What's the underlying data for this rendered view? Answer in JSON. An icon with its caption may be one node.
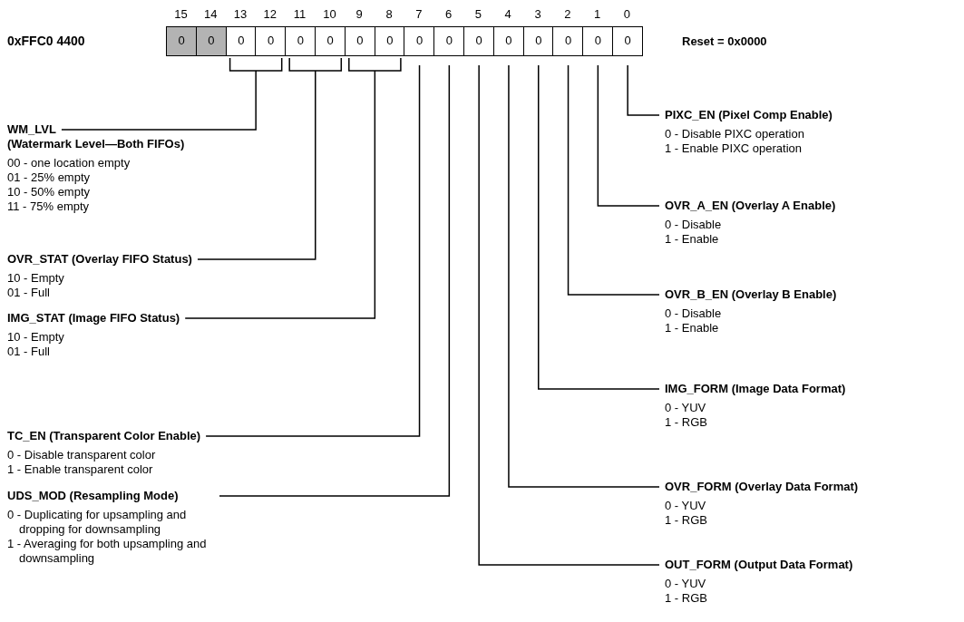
{
  "diagram": {
    "nodes": [
      {
        "text": [
          "0"
        ]
      },
      {
        "text": [
          "0"
        ]
      },
      {
        "text": [
          "0"
        ]
      },
      {
        "text": [
          "0"
        ]
      },
      {
        "text": [
          "0"
        ]
      },
      {
        "text": [
          "0"
        ]
      },
      {
        "text": [
          "0"
        ]
      },
      {
        "text": [
          "0"
        ]
      },
      {
        "text": [
          "0"
        ]
      },
      {
        "text": [
          "0"
        ]
      },
      {
        "text": [
          "0"
        ]
      },
      {
        "text": [
          "0"
        ]
      },
      {
        "text": [
          "0"
        ]
      },
      {
        "text": [
          "0"
        ]
      },
      {
        "text": [
          "0"
        ]
      },
      {
        "text": [
          "0"
        ]
      },
      {
        "text": [
          "WM_LVL (Watermark Level—Both FIFOs)",
          "00 - one location empty",
          "01 - 25% empty",
          "10 - 50% empty",
          "11 - 75% empty"
        ]
      },
      {
        "text": [
          "OVR_STAT (Overlay FIFO Status)",
          "10 - Empty",
          "01 - Full"
        ]
      },
      {
        "text": [
          "IMG_STAT (Image FIFO Status)",
          "10 - Empty",
          "01 - Full"
        ]
      },
      {
        "text": [
          "TC_EN (Transparent Color Enable)",
          "0 - Disable transparent color",
          "1 - Enable transparent color"
        ]
      },
      {
        "text": [
          "UDS_MOD (Resampling Mode)",
          "0 - Duplicating for upsampling and dropping for downsampling",
          "1 - Averaging for both upsampling and downsampling"
        ]
      },
      {
        "text": [
          "PIXC_EN (Pixel Comp Enable)",
          "0 - Disable PIXC operation",
          "1 - Enable PIXC operation"
        ]
      },
      {
        "text": [
          "OVR_A_EN (Overlay A Enable)",
          "0 - Disable",
          "1 - Enable"
        ]
      },
      {
        "text": [
          "OVR_B_EN (Overlay B Enable)",
          "0 - Disable",
          "1 - Enable"
        ]
      },
      {
        "text": [
          "IMG_FORM (Image Data Format)",
          "0 - YUV",
          "1 - RGB"
        ]
      },
      {
        "text": [
          "OVR_FORM (Overlay Data Format)",
          "0 - YUV",
          "1 - RGB"
        ]
      },
      {
        "text": [
          "OUT_FORM (Output Data Format)",
          "0 - YUV",
          "1 - RGB"
        ]
      }
    ],
    "edges": [
      {
        "from": 16,
        "to": 2,
        "arrow": "none"
      },
      {
        "from": 16,
        "to": 3,
        "arrow": "none"
      },
      {
        "from": 17,
        "to": 4,
        "arrow": "none"
      },
      {
        "from": 17,
        "to": 5,
        "arrow": "none"
      },
      {
        "from": 18,
        "to": 6,
        "arrow": "none"
      },
      {
        "from": 18,
        "to": 7,
        "arrow": "none"
      },
      {
        "from": 19,
        "to": 8,
        "arrow": "none"
      },
      {
        "from": 20,
        "to": 9,
        "arrow": "none"
      },
      {
        "from": 21,
        "to": 15,
        "arrow": "none"
      },
      {
        "from": 22,
        "to": 14,
        "arrow": "none"
      },
      {
        "from": 23,
        "to": 13,
        "arrow": "none"
      },
      {
        "from": 24,
        "to": 12,
        "arrow": "none"
      },
      {
        "from": 25,
        "to": 11,
        "arrow": "none"
      },
      {
        "from": 26,
        "to": 10,
        "arrow": "none"
      }
    ],
    "labels": [
      "15",
      "14",
      "13",
      "12",
      "11",
      "10",
      "9",
      "8",
      "7",
      "6",
      "5",
      "4",
      "3",
      "2",
      "1",
      "0",
      "0xFFC0 4400",
      "Reset = 0x0000"
    ]
  }
}
